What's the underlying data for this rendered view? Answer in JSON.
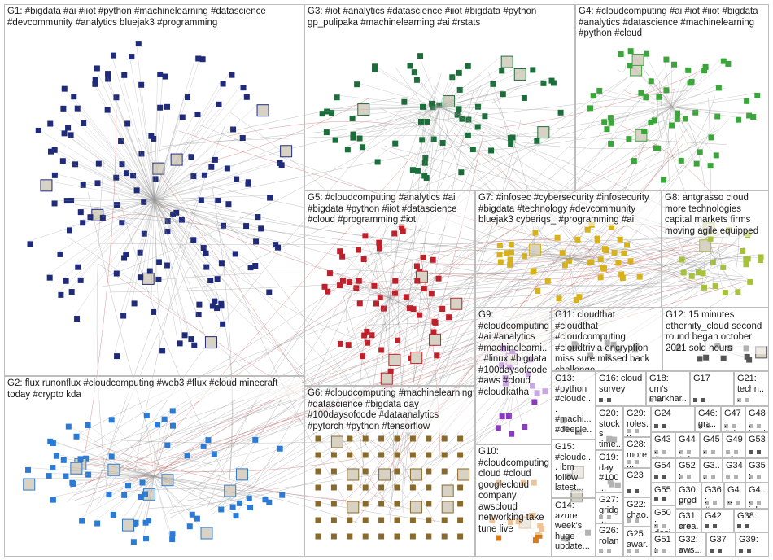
{
  "groups": [
    {
      "id": "G1",
      "label": "G1: #bigdata #ai #iiot #python #machinelearning #datascience #devcommunity #analytics bluejak3 #programming",
      "color": "#1f2a7a"
    },
    {
      "id": "G2",
      "label": "G2: flux runonflux #cloudcomputing #web3 #flux #cloud minecraft today #crypto kda",
      "color": "#2b7bd6"
    },
    {
      "id": "G3",
      "label": "G3: #iot #analytics #datascience #iiot #bigdata #python gp_pulipaka #machinelearning #ai #rstats",
      "color": "#1b6e3a"
    },
    {
      "id": "G4",
      "label": "G4: #cloudcomputing #ai #iot #iiot #bigdata #analytics #datascience #machinelearning #python #cloud",
      "color": "#3aa63a"
    },
    {
      "id": "G5",
      "label": "G5: #cloudcomputing #analytics #ai #bigdata #python #iiot #datascience #cloud #programming #iot",
      "color": "#c0202a"
    },
    {
      "id": "G6",
      "label": "G6: #cloudcomputing #machinelearning #datascience #bigdata day #100daysofcode #dataanalytics #pytorch #python #tensorflow",
      "color": "#8a6a2a"
    },
    {
      "id": "G7",
      "label": "G7: #infosec #cybersecurity #infosecurity #bigdata #technology #devcommunity bluejak3 cyberiqs_ #programming #ai",
      "color": "#d9b21a"
    },
    {
      "id": "G8",
      "label": "G8: antgrasso cloud more technologies capital markets firms moving agile equipped",
      "color": "#a6c23a"
    },
    {
      "id": "G9",
      "label": "G9: #cloudcomputing #ai #analytics #machinelearni... #linux #bigdata #100daysofcode #aws #cloud #cloudkatha",
      "color": "#8a3ac0"
    },
    {
      "id": "G10",
      "label": "G10: #cloudcomputing cloud #cloud googlecloud company awscloud networking take tune live",
      "color": "#d97a1a"
    },
    {
      "id": "G11",
      "label": "G11: cloudthat #cloudthat #cloudcomputing #cloudtrivia encryption miss sure missed back challenge",
      "color": "#555555"
    },
    {
      "id": "G12",
      "label": "G12: 15 minutes ethernity_cloud second round began october 2021 sold hours",
      "color": "#555555"
    },
    {
      "id": "G13",
      "label": "G13: #python #cloudc... #machi... #deeple...",
      "color": "#555555"
    },
    {
      "id": "G14",
      "label": "G14: azure week's huge update...",
      "color": "#555555"
    },
    {
      "id": "G15",
      "label": "G15: #cloudc... ibm follow latest...",
      "color": "#555555"
    },
    {
      "id": "G16",
      "label": "G16: cloud survey",
      "color": "#555555"
    },
    {
      "id": "G17",
      "label": "G17",
      "color": "#555555"
    },
    {
      "id": "G18",
      "label": "G18: crn's markhar...",
      "color": "#555555"
    },
    {
      "id": "G19",
      "label": "G19: day #100...",
      "color": "#555555"
    },
    {
      "id": "G20",
      "label": "G20: stocks time...",
      "color": "#555555"
    },
    {
      "id": "G21",
      "label": "G21: techn... leader...",
      "color": "#555555"
    },
    {
      "id": "G22",
      "label": "G22: chao...",
      "color": "#555555"
    },
    {
      "id": "G23",
      "label": "G23",
      "color": "#555555"
    },
    {
      "id": "G24",
      "label": "G24",
      "color": "#555555"
    },
    {
      "id": "G25",
      "label": "G25: awar...",
      "color": "#555555"
    },
    {
      "id": "G26",
      "label": "G26: rolan...",
      "color": "#555555"
    },
    {
      "id": "G27",
      "label": "G27: gridg...",
      "color": "#555555"
    },
    {
      "id": "G28",
      "label": "G28: more...",
      "color": "#555555"
    },
    {
      "id": "G29",
      "label": "G29: roles...",
      "color": "#555555"
    },
    {
      "id": "G30",
      "label": "G30: prod...",
      "color": "#555555"
    },
    {
      "id": "G31",
      "label": "G31: crea...",
      "color": "#555555"
    },
    {
      "id": "G32",
      "label": "G32: aws...",
      "color": "#555555"
    },
    {
      "id": "G33",
      "label": "G3...",
      "color": "#555555"
    },
    {
      "id": "G34",
      "label": "G34: #ho...",
      "color": "#555555"
    },
    {
      "id": "G35",
      "label": "G35: aut...",
      "color": "#555555"
    },
    {
      "id": "G36",
      "label": "G36: #v...",
      "color": "#555555"
    },
    {
      "id": "G37",
      "label": "G37",
      "color": "#555555"
    },
    {
      "id": "G38",
      "label": "G38:",
      "color": "#555555"
    },
    {
      "id": "G39",
      "label": "G39:",
      "color": "#555555"
    },
    {
      "id": "G40",
      "label": "G4...",
      "color": "#555555"
    },
    {
      "id": "G41",
      "label": "G4... job...",
      "color": "#555555"
    },
    {
      "id": "G42",
      "label": "G42",
      "color": "#555555"
    },
    {
      "id": "G43",
      "label": "G43: #cy...",
      "color": "#555555"
    },
    {
      "id": "G44",
      "label": "G44: #cl...",
      "color": "#555555"
    },
    {
      "id": "G45",
      "label": "G45: top...",
      "color": "#555555"
    },
    {
      "id": "G46",
      "label": "G46: gra...",
      "color": "#555555"
    },
    {
      "id": "G47",
      "label": "G47: #clo...",
      "color": "#555555"
    },
    {
      "id": "G48",
      "label": "G48: lead...",
      "color": "#555555"
    },
    {
      "id": "G49",
      "label": "G49: sfo...",
      "color": "#555555"
    },
    {
      "id": "G50",
      "label": "G50: desi...",
      "color": "#555555"
    },
    {
      "id": "G51",
      "label": "G51: crea...",
      "color": "#555555"
    },
    {
      "id": "G52",
      "label": "G52: ceo",
      "color": "#555555"
    },
    {
      "id": "G53",
      "label": "G53",
      "color": "#555555"
    },
    {
      "id": "G54",
      "label": "G54",
      "color": "#555555"
    },
    {
      "id": "G55",
      "label": "G55",
      "color": "#555555"
    }
  ]
}
